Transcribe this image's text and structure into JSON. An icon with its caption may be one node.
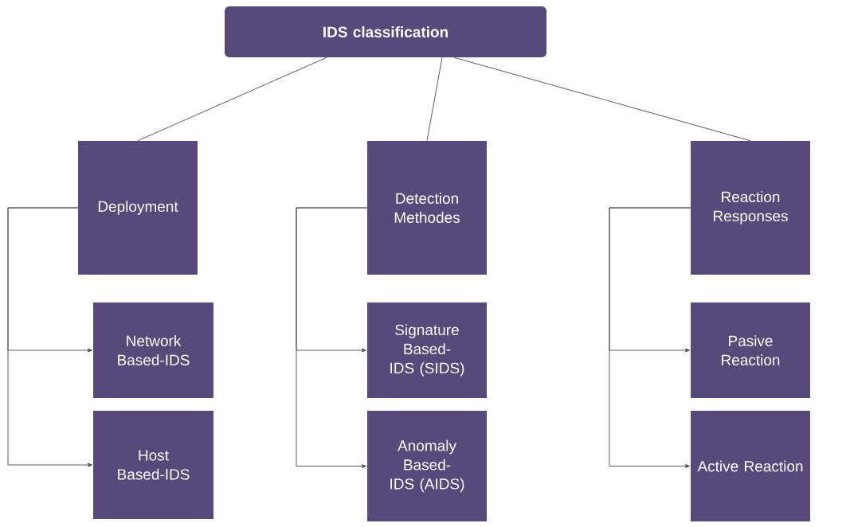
{
  "diagram": {
    "nodes": [
      {
        "text": [
          "IDS classification"
        ]
      },
      {
        "text": [
          "Deployment"
        ]
      },
      {
        "text": [
          "Detection Methodes"
        ]
      },
      {
        "text": [
          "Reaction Responses"
        ]
      },
      {
        "text": [
          "Network Based-IDS"
        ]
      },
      {
        "text": [
          "Signature Based-IDS (SIDS)"
        ]
      },
      {
        "text": [
          "Pasive Reaction"
        ]
      },
      {
        "text": [
          "Host Based-IDS"
        ]
      },
      {
        "text": [
          "Anomaly Based-IDS (AIDS)"
        ]
      },
      {
        "text": [
          "Active Reaction"
        ]
      }
    ],
    "edges": [
      {
        "from": 0,
        "to": 1,
        "arrow": "none"
      },
      {
        "from": 0,
        "to": 2,
        "arrow": "none"
      },
      {
        "from": 0,
        "to": 3,
        "arrow": "none"
      },
      {
        "from": 1,
        "to": 4,
        "arrow": "to"
      },
      {
        "from": 1,
        "to": 7,
        "arrow": "to"
      },
      {
        "from": 2,
        "to": 5,
        "arrow": "to"
      },
      {
        "from": 2,
        "to": 8,
        "arrow": "to"
      },
      {
        "from": 3,
        "to": 6,
        "arrow": "to"
      },
      {
        "from": 3,
        "to": 9,
        "arrow": "to"
      }
    ]
  }
}
